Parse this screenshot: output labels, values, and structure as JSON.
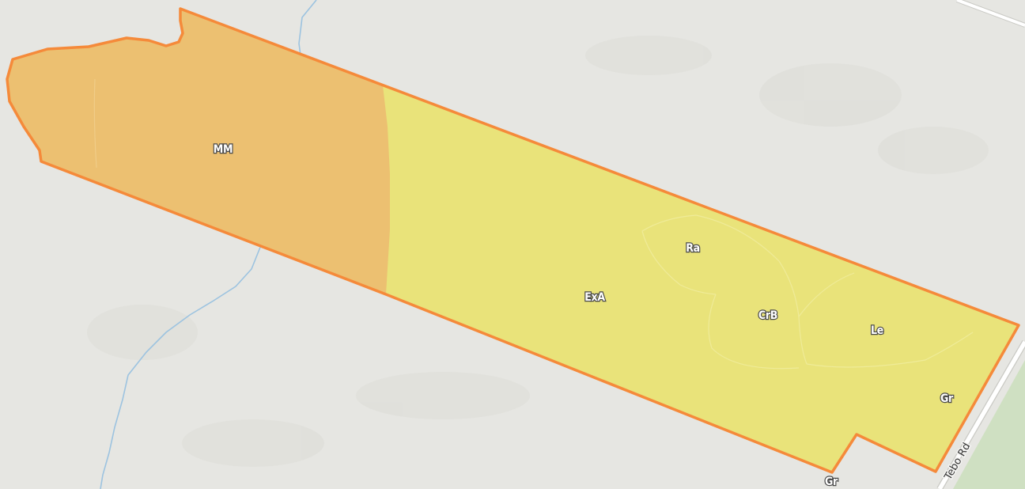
{
  "map": {
    "colors": {
      "background": "#e6e6e2",
      "parcel_outline": "#f58a3a",
      "soil_fill_orange": "#ecc071",
      "soil_fill_yellow": "#e9e37a",
      "stream": "#9cc3e0",
      "road": "#ffffff",
      "field_green": "#cfe0c2"
    },
    "road_name": "Tebo Rd",
    "soil_units": [
      {
        "id": "mm",
        "label": "MM"
      },
      {
        "id": "exa",
        "label": "ExA"
      },
      {
        "id": "ra",
        "label": "Ra"
      },
      {
        "id": "crb",
        "label": "CrB"
      },
      {
        "id": "le",
        "label": "Le"
      },
      {
        "id": "gr-east",
        "label": "Gr"
      },
      {
        "id": "gr-south",
        "label": "Gr"
      }
    ]
  }
}
